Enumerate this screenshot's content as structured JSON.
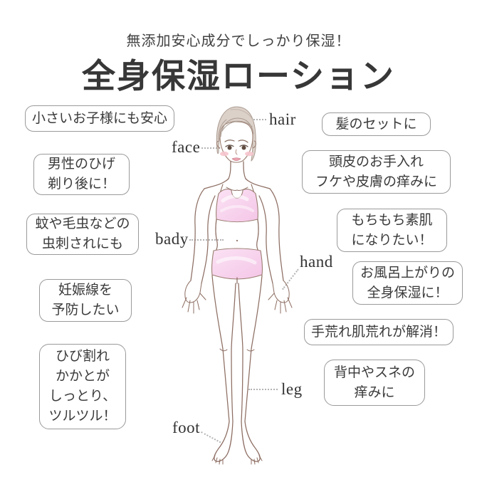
{
  "header": {
    "subtitle": "無添加安心成分でしっかり保湿！",
    "title": "全身保湿ローション"
  },
  "left_boxes": [
    {
      "lines": [
        "小さいお子様にも安心"
      ]
    },
    {
      "lines": [
        "男性のひげ",
        "剃り後に！"
      ]
    },
    {
      "lines": [
        "蚊や毛虫などの",
        "虫刺されにも"
      ]
    },
    {
      "lines": [
        "妊娠線を",
        "予防したい"
      ]
    },
    {
      "lines": [
        "ひび割れ",
        "かかとが",
        "しっとり、",
        "ツルツル！"
      ]
    }
  ],
  "right_boxes": [
    {
      "lines": [
        "髪のセットに"
      ]
    },
    {
      "lines": [
        "頭皮のお手入れ",
        "フケや皮膚の痒みに"
      ]
    },
    {
      "lines": [
        "もちもち素肌",
        "になりたい！"
      ]
    },
    {
      "lines": [
        "お風呂上がりの",
        "全身保湿に！"
      ]
    },
    {
      "lines": [
        "手荒れ肌荒れが解消！"
      ]
    },
    {
      "lines": [
        "背中やスネの",
        "痒みに"
      ]
    }
  ],
  "body_labels": {
    "hair": "hair",
    "face": "face",
    "body": "bady",
    "hand": "hand",
    "leg": "leg",
    "foot": "foot"
  },
  "colors": {
    "text": "#3a3a3a",
    "box_border": "#9a9a9a",
    "leader_dots": "#b3b3b3",
    "figure_outline": "#8d6e63",
    "clothes_pink": "#f7cdea",
    "hair_fill": "#dcd1c9",
    "blush_pink": "#f6c4cd"
  }
}
